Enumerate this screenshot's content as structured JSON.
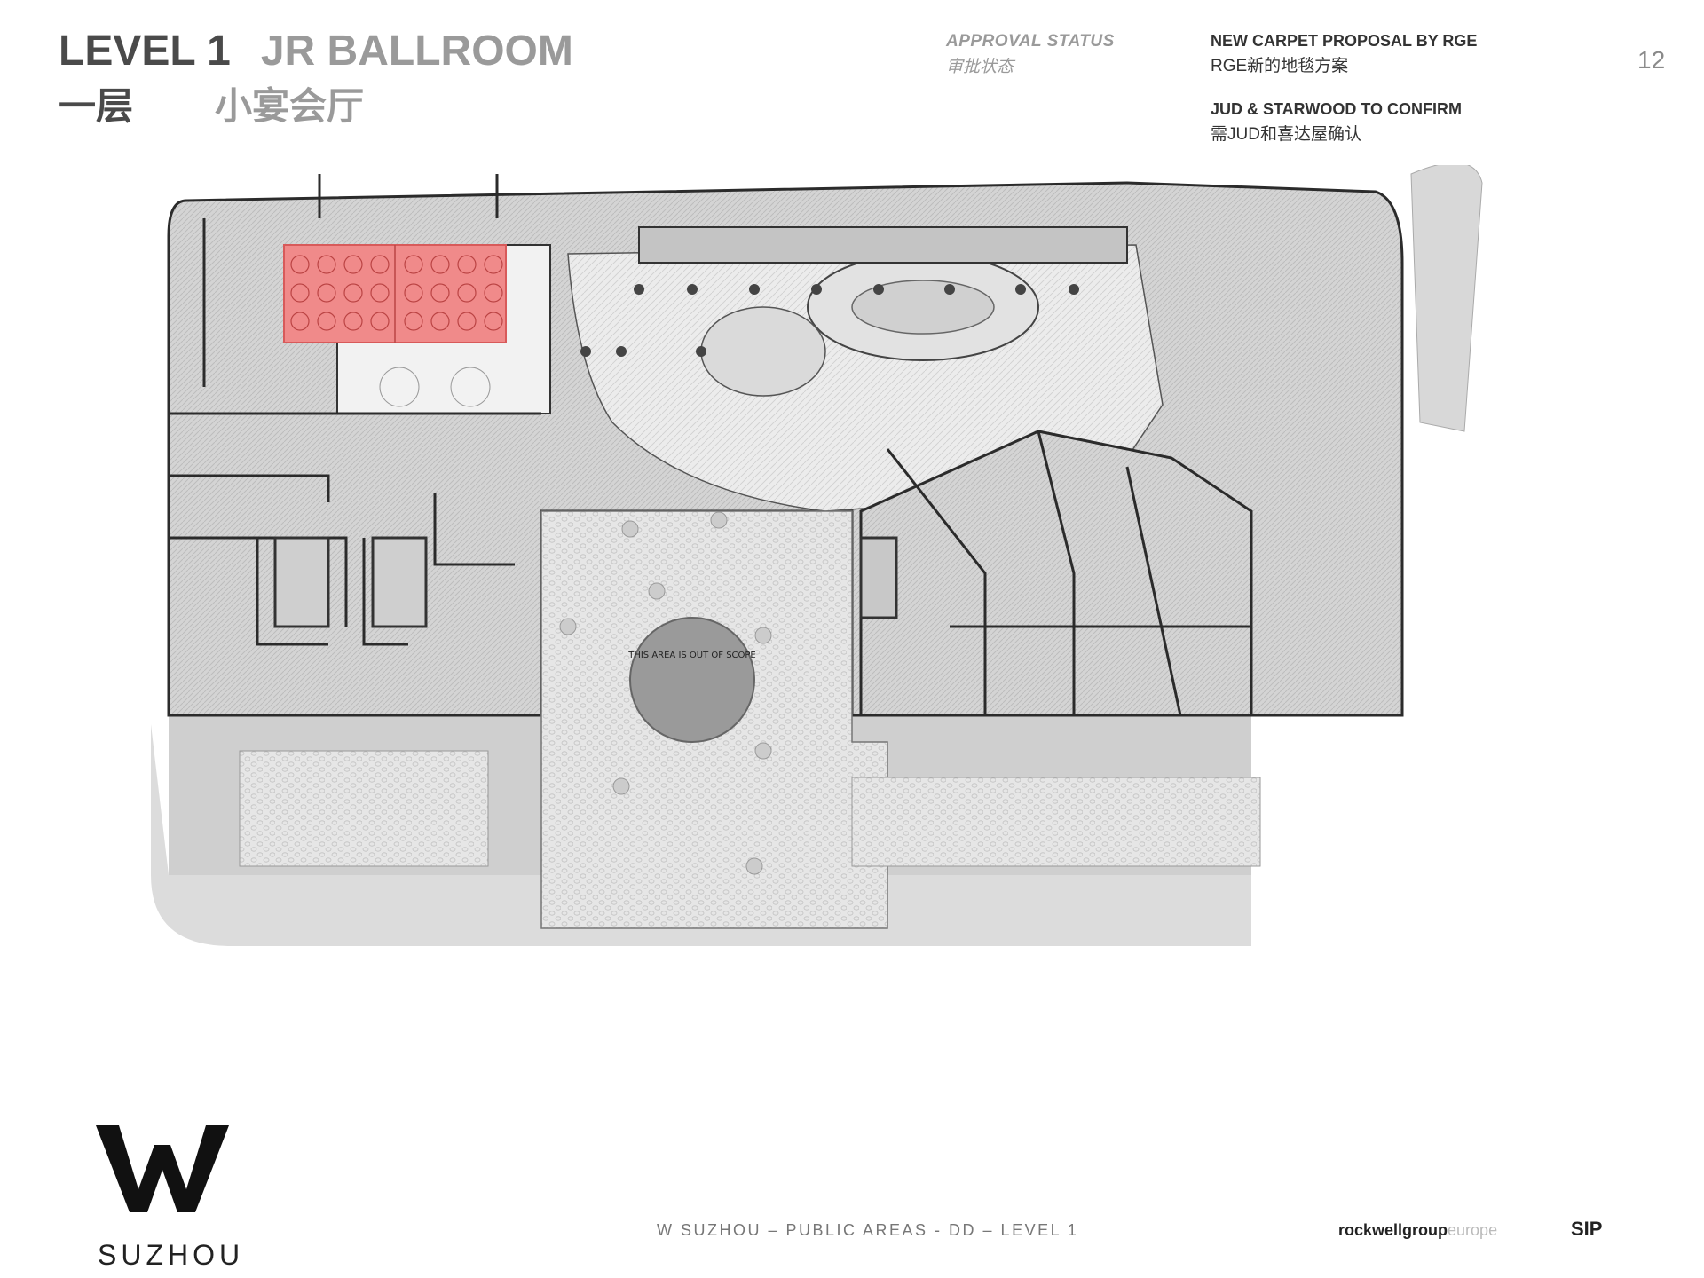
{
  "header": {
    "level_en": "LEVEL 1",
    "room_en": "JR BALLROOM",
    "level_cn": "一层",
    "room_cn": "小宴会厅",
    "page_number": "12"
  },
  "approval": {
    "label_en": "APPROVAL STATUS",
    "label_cn": "审批状态"
  },
  "proposal": {
    "title_en": "NEW CARPET PROPOSAL BY RGE",
    "title_cn": "RGE新的地毯方案"
  },
  "confirm": {
    "title_en": "JUD & STARWOOD TO CONFIRM",
    "title_cn": "需JUD和喜达屋确认"
  },
  "plan": {
    "out_of_scope_label": "THIS AREA IS OUT OF SCOPE",
    "highlight_color": "#f08a8a",
    "highlight_edge": "#d85a5a"
  },
  "branding": {
    "logo_letter": "W",
    "city": "SUZHOU",
    "footer": "W SUZHOU – PUBLIC AREAS - DD – LEVEL 1",
    "rockwell_a": "rockwellgroup",
    "rockwell_b": "europe",
    "sip": "SIP"
  }
}
